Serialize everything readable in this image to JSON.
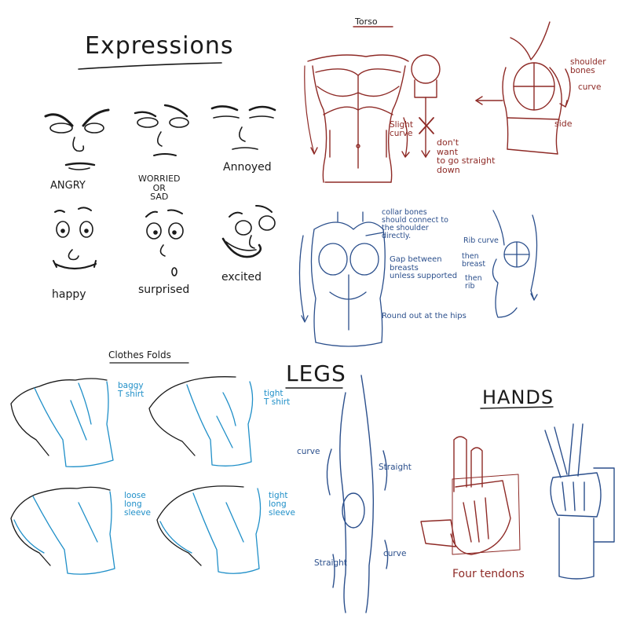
{
  "expressions": {
    "title": "Expressions",
    "items": [
      "ANGRY",
      "WORRIED\nOR\nSAD",
      "Annoyed",
      "happy",
      "surprised",
      "excited"
    ]
  },
  "torso": {
    "title": "Torso",
    "slight_curve": "Slight\ncurve",
    "dont_want": "don't\nwant\nto go straight\ndown",
    "shoulder_bones": "shoulder\nbones",
    "curve": "curve",
    "side": "side",
    "collar_bones": "collar bones\nshould connect to\nthe shoulder\ndirectly.",
    "gap_between": "Gap between\nbreasts\nunless supported",
    "round_hips": "Round out at the hips",
    "rib_curve": "Rib curve",
    "then_breast": "then\nbreast",
    "then_rib": "then\nrib"
  },
  "clothes": {
    "title": "Clothes Folds",
    "baggy": "baggy\nT shirt",
    "tight_t": "tight\nT shirt",
    "loose_long": "loose\nlong\nsleeve",
    "tight_long": "tight\nlong\nsleeve"
  },
  "legs": {
    "title": "LEGS",
    "curve_left": "curve",
    "straight_right": "Straight",
    "straight_left": "Straight",
    "curve_right": "curve"
  },
  "hands": {
    "title": "HANDS",
    "four_tendons": "Four tendons"
  },
  "colors": {
    "ink": "#1a1a1a",
    "torso_red": "#8e2a26",
    "sketch_blue": "#2b4f8c",
    "clothes_cyan": "#1f8fc8"
  }
}
